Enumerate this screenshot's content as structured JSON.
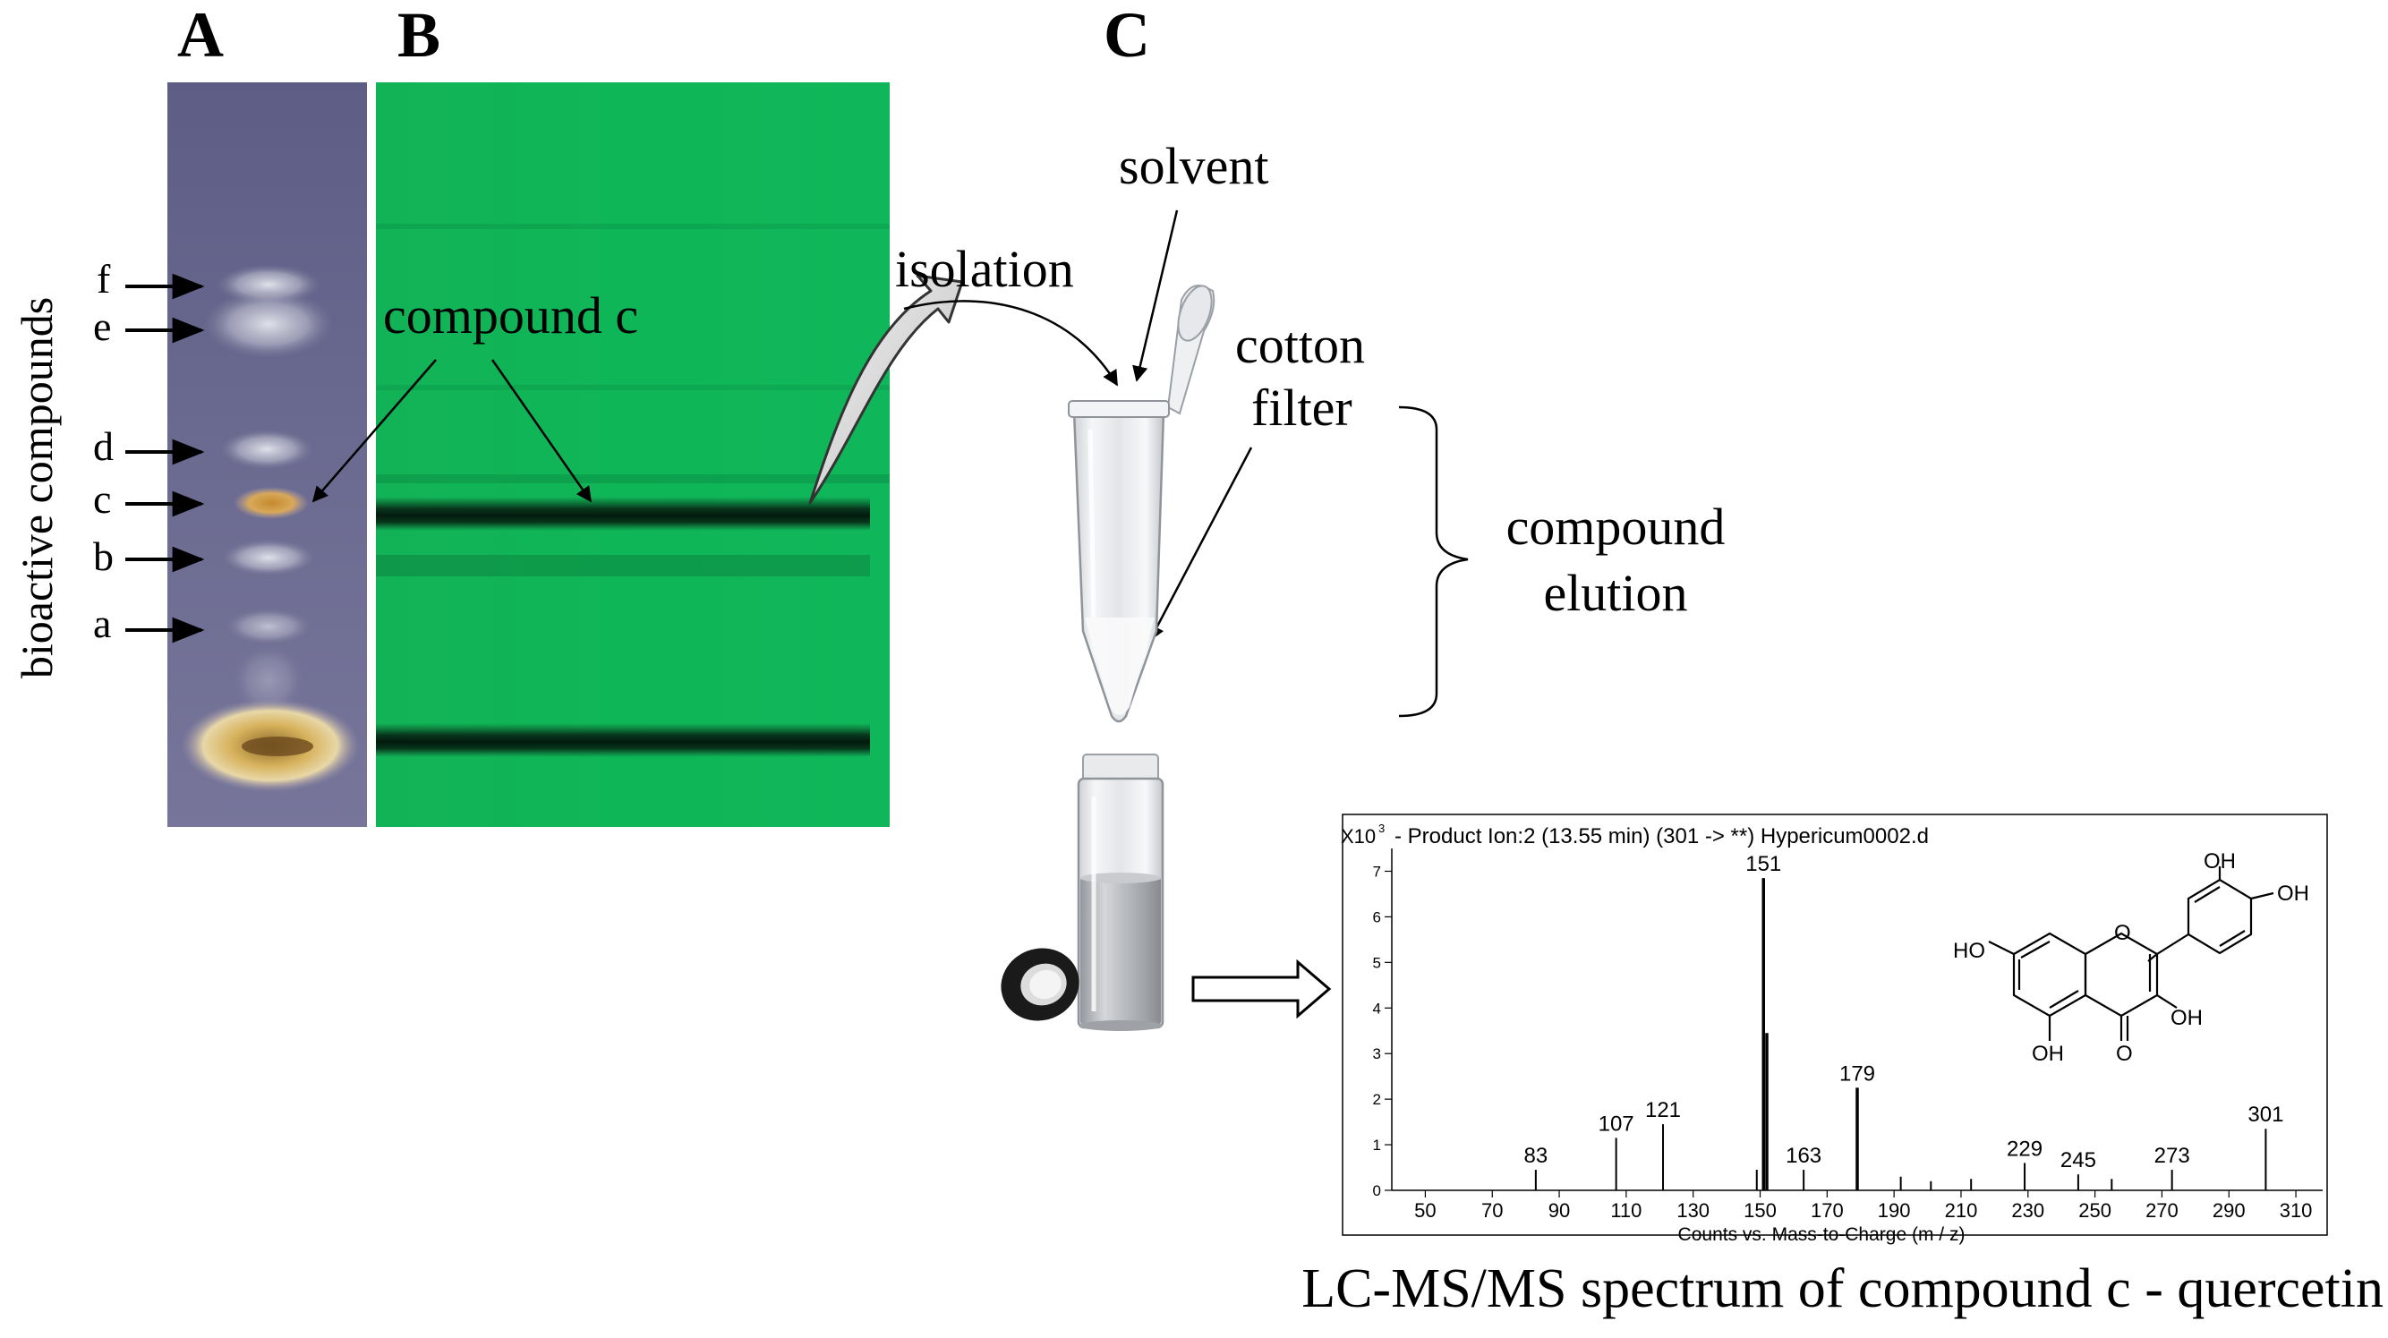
{
  "panels": {
    "a": "A",
    "b": "B",
    "c": "C"
  },
  "ylabel": "bioactive compounds",
  "bands": [
    {
      "label": "f"
    },
    {
      "label": "e"
    },
    {
      "label": "d"
    },
    {
      "label": "c"
    },
    {
      "label": "b"
    },
    {
      "label": "a"
    }
  ],
  "labels": {
    "compound_c": "compound  c",
    "isolation": "isolation",
    "solvent": "solvent",
    "cotton": "cotton",
    "filter": "filter",
    "compound": "compound",
    "elution": "elution",
    "caption": "LC-MS/MS spectrum of compound c - quercetin"
  },
  "chart_data": {
    "type": "bar",
    "title": "- Product Ion:2 (13.55 min) (301 -> **) Hypericum0002.d",
    "ylabel_prefix": "X10",
    "ylabel_exp": "3",
    "xlabel": "Counts vs. Mass-to-Charge (m / z)",
    "xlim": [
      40,
      318
    ],
    "ylim": [
      0,
      7.5
    ],
    "xticks": [
      50,
      70,
      90,
      110,
      130,
      150,
      170,
      190,
      210,
      230,
      250,
      270,
      290,
      310
    ],
    "yticks": [
      0,
      1,
      2,
      3,
      4,
      5,
      6,
      7
    ],
    "peaks": [
      {
        "mz": 83,
        "intensity": 0.45,
        "label": "83"
      },
      {
        "mz": 107,
        "intensity": 1.15,
        "label": "107"
      },
      {
        "mz": 121,
        "intensity": 1.45,
        "label": "121"
      },
      {
        "mz": 149,
        "intensity": 0.45,
        "label": ""
      },
      {
        "mz": 151,
        "intensity": 6.85,
        "label": "151"
      },
      {
        "mz": 152,
        "intensity": 3.45,
        "label": ""
      },
      {
        "mz": 163,
        "intensity": 0.45,
        "label": "163"
      },
      {
        "mz": 179,
        "intensity": 2.25,
        "label": "179"
      },
      {
        "mz": 192,
        "intensity": 0.3,
        "label": ""
      },
      {
        "mz": 201,
        "intensity": 0.2,
        "label": ""
      },
      {
        "mz": 213,
        "intensity": 0.25,
        "label": ""
      },
      {
        "mz": 229,
        "intensity": 0.6,
        "label": "229"
      },
      {
        "mz": 245,
        "intensity": 0.35,
        "label": "245"
      },
      {
        "mz": 255,
        "intensity": 0.25,
        "label": ""
      },
      {
        "mz": 273,
        "intensity": 0.45,
        "label": "273"
      },
      {
        "mz": 301,
        "intensity": 1.35,
        "label": "301"
      }
    ]
  },
  "structure": {
    "oh1": "OH",
    "oh2": "OH",
    "ho": "HO",
    "o_ring": "O",
    "oh3": "OH",
    "oh4": "OH",
    "o_keto": "O"
  }
}
